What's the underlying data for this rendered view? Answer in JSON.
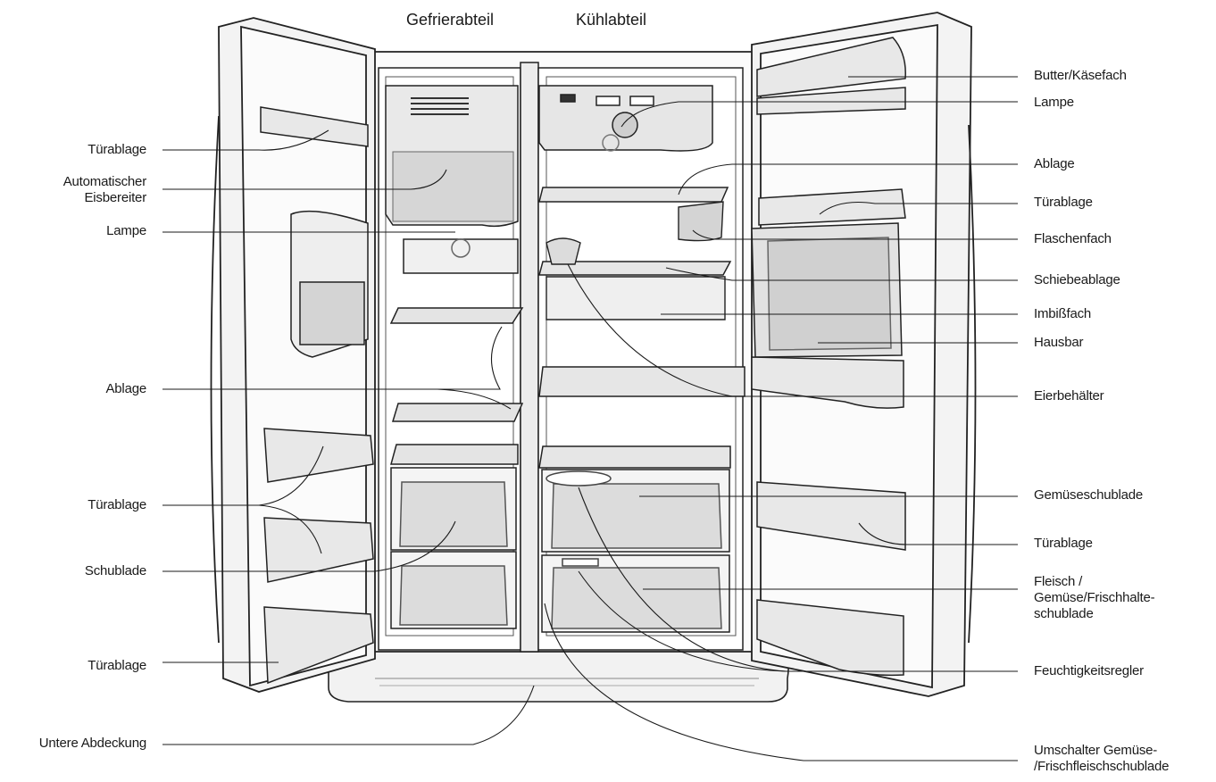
{
  "headers": {
    "freezer": "Gefrierabteil",
    "fridge": "Kühlabteil"
  },
  "labels_left": {
    "door_shelf_top": "Türablage",
    "ice_maker": "Automatischer\nEisbereiter",
    "lamp": "Lampe",
    "shelf": "Ablage",
    "door_shelf_mid": "Türablage",
    "drawer": "Schublade",
    "door_shelf_bottom": "Türablage",
    "lower_cover": "Untere Abdeckung"
  },
  "labels_right": {
    "butter_cheese": "Butter/Käsefach",
    "lamp": "Lampe",
    "shelf": "Ablage",
    "door_shelf_1": "Türablage",
    "bottle_holder": "Flaschenfach",
    "sliding_shelf": "Schiebeablage",
    "snack_compartment": "Imbißfach",
    "home_bar": "Hausbar",
    "egg_container": "Eierbehälter",
    "vegetable_drawer": "Gemüseschublade",
    "door_shelf_2": "Türablage",
    "meat_veg_drawer": "Fleisch /\nGemüse/Frischhalte-\nschublade",
    "humidity_control": "Feuchtigkeitsregler",
    "drawer_switch": "Umschalter Gemüse-\n/Frischfleischschublade"
  }
}
